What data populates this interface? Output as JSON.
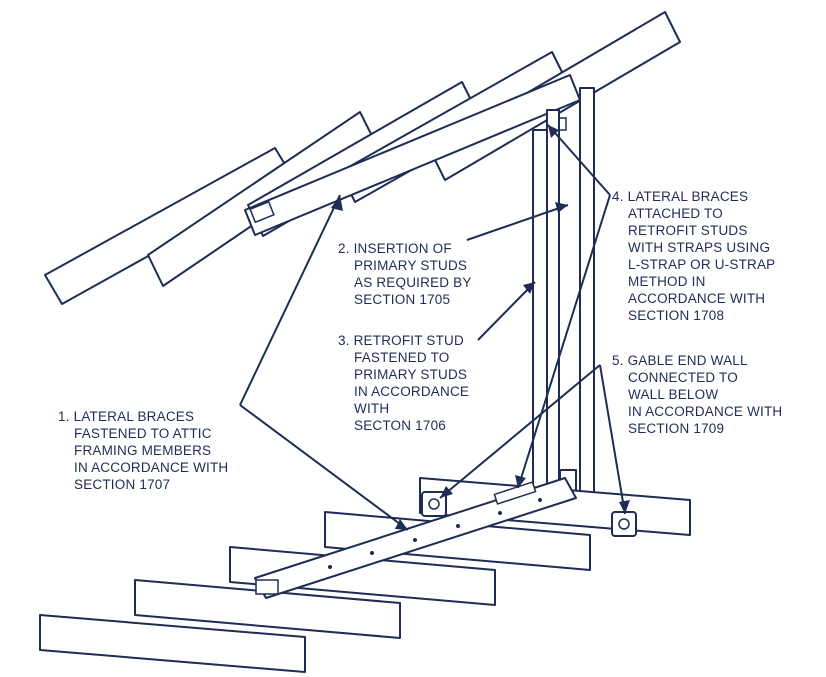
{
  "diagram": {
    "colors": {
      "ink": "#1f2d55",
      "background": "#ffffff"
    },
    "callouts": [
      {
        "id": "callout-1",
        "lines": [
          "1. LATERAL BRACES",
          "FASTENED TO ATTIC",
          "FRAMING MEMBERS",
          "IN ACCORDANCE WITH",
          "SECTION 1707"
        ]
      },
      {
        "id": "callout-2",
        "lines": [
          "2. INSERTION OF",
          "PRIMARY STUDS",
          "AS REQUIRED BY",
          "SECTION 1705"
        ]
      },
      {
        "id": "callout-3",
        "lines": [
          "3. RETROFIT STUD",
          "FASTENED TO",
          "PRIMARY STUDS",
          "IN ACCORDANCE",
          "WITH",
          "SECTON 1706"
        ]
      },
      {
        "id": "callout-4",
        "lines": [
          "4. LATERAL BRACES",
          "ATTACHED TO",
          "RETROFIT STUDS",
          "WITH STRAPS USING",
          "L-STRAP OR U-STRAP",
          "METHOD IN",
          "ACCORDANCE WITH",
          "SECTION 1708"
        ]
      },
      {
        "id": "callout-5",
        "lines": [
          "5. GABLE END WALL",
          "CONNECTED TO",
          "WALL BELOW",
          "IN ACCORDANCE WITH",
          "SECTION 1709"
        ]
      }
    ]
  }
}
